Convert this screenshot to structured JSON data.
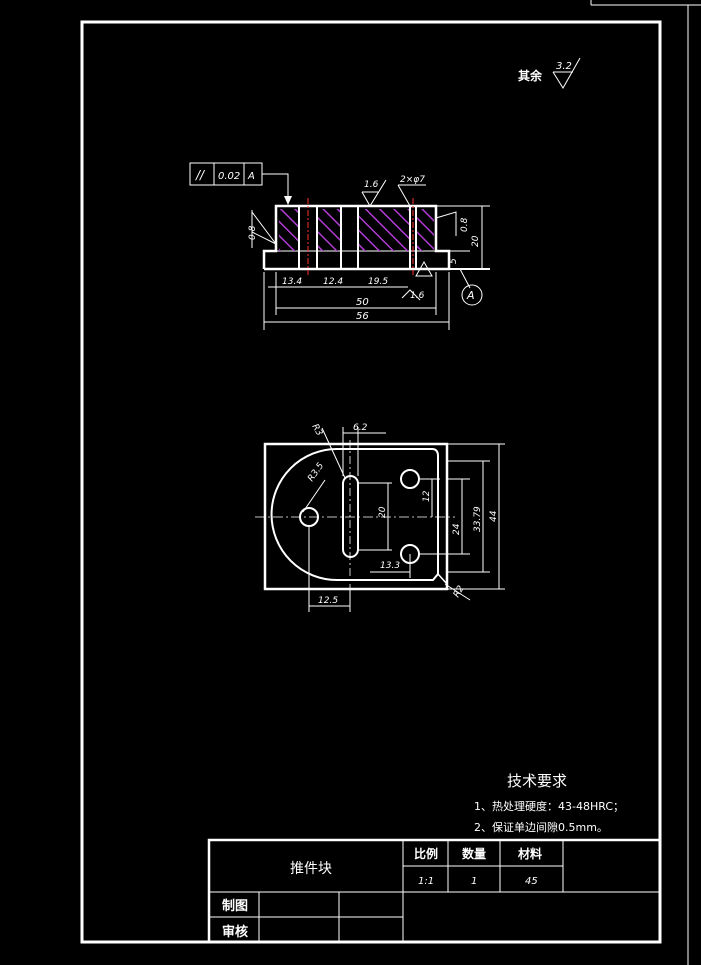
{
  "colors": {
    "background": "#000000",
    "line": "#ffffff",
    "hatch": "#b23bd6",
    "centerline": "#ff3030"
  },
  "surface_roughness_general": {
    "label": "其余",
    "value": "3.2"
  },
  "section_view": {
    "geometric_tolerance": {
      "symbol": "//",
      "value": "0.02",
      "datum": "A"
    },
    "roughness_top": "1.6",
    "hole_callout": "2×φ7",
    "roughness_left": "0.8",
    "roughness_right": "0.8",
    "roughness_bottom": "1.6",
    "dim_height": "20",
    "dim_step": "5",
    "dim_a": "13.4",
    "dim_b": "12.4",
    "dim_c": "19.5",
    "dim_overall_inner": "50",
    "dim_overall": "56",
    "datum_label": "A"
  },
  "plan_view": {
    "radius_large": "R3",
    "radius_hole": "R3.5",
    "dim_slot_width": "6.2",
    "dim_slot_length": "20",
    "dim_hole_offset": "13.3",
    "dim_left": "12.5",
    "dim_12": "12",
    "dim_24": "24",
    "dim_33": "33.79",
    "dim_44": "44",
    "radius_corner": "R2"
  },
  "technical_requirements": {
    "title": "技术要求",
    "items": [
      "1、热处理硬度：43-48HRC；",
      "2、保证单边间隙0.5mm。"
    ]
  },
  "title_block": {
    "part_name": "推件块",
    "scale_label": "比例",
    "quantity_label": "数量",
    "material_label": "材料",
    "scale_value": "1:1",
    "quantity_value": "1",
    "material_value": "45",
    "drawn_label": "制图",
    "checked_label": "审核"
  }
}
